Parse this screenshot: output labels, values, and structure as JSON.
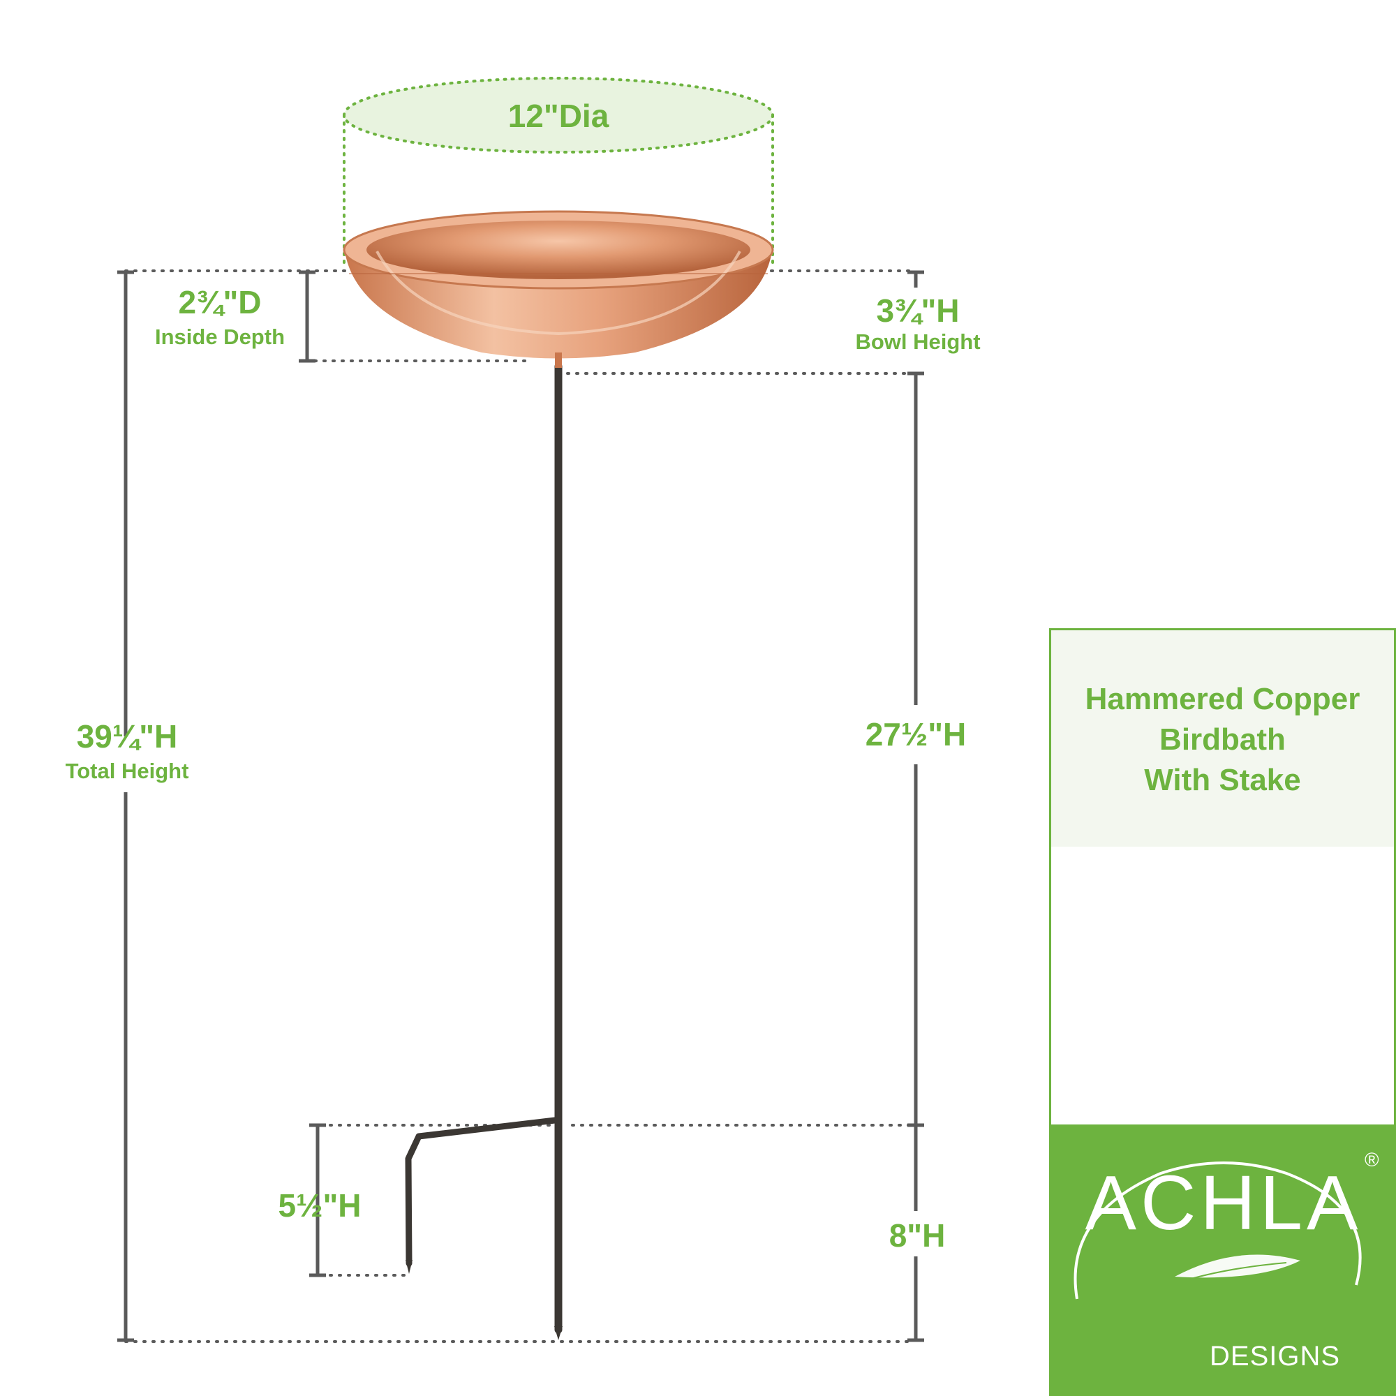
{
  "dimensions": {
    "diameter": "12\"Dia",
    "inside_depth_value": "2¾\"D",
    "inside_depth_label": "Inside Depth",
    "bowl_height_value": "3¾\"H",
    "bowl_height_label": "Bowl Height",
    "total_height_value": "39¼\"H",
    "total_height_label": "Total Height",
    "stake_height_value": "27½\"H",
    "foot_height_value": "5½\"H",
    "ground_height_value": "8\"H"
  },
  "panel": {
    "title_line1": "Hammered Copper",
    "title_line2": "Birdbath",
    "title_line3": "With Stake"
  },
  "logo": {
    "brand": "ACHLA",
    "registered": "®",
    "sub": "DESIGNS"
  },
  "colors": {
    "accent_green": "#6db33f",
    "copper": "#d98a5f",
    "dimension_gray": "#5a5a5a",
    "stake": "#3b3733"
  }
}
